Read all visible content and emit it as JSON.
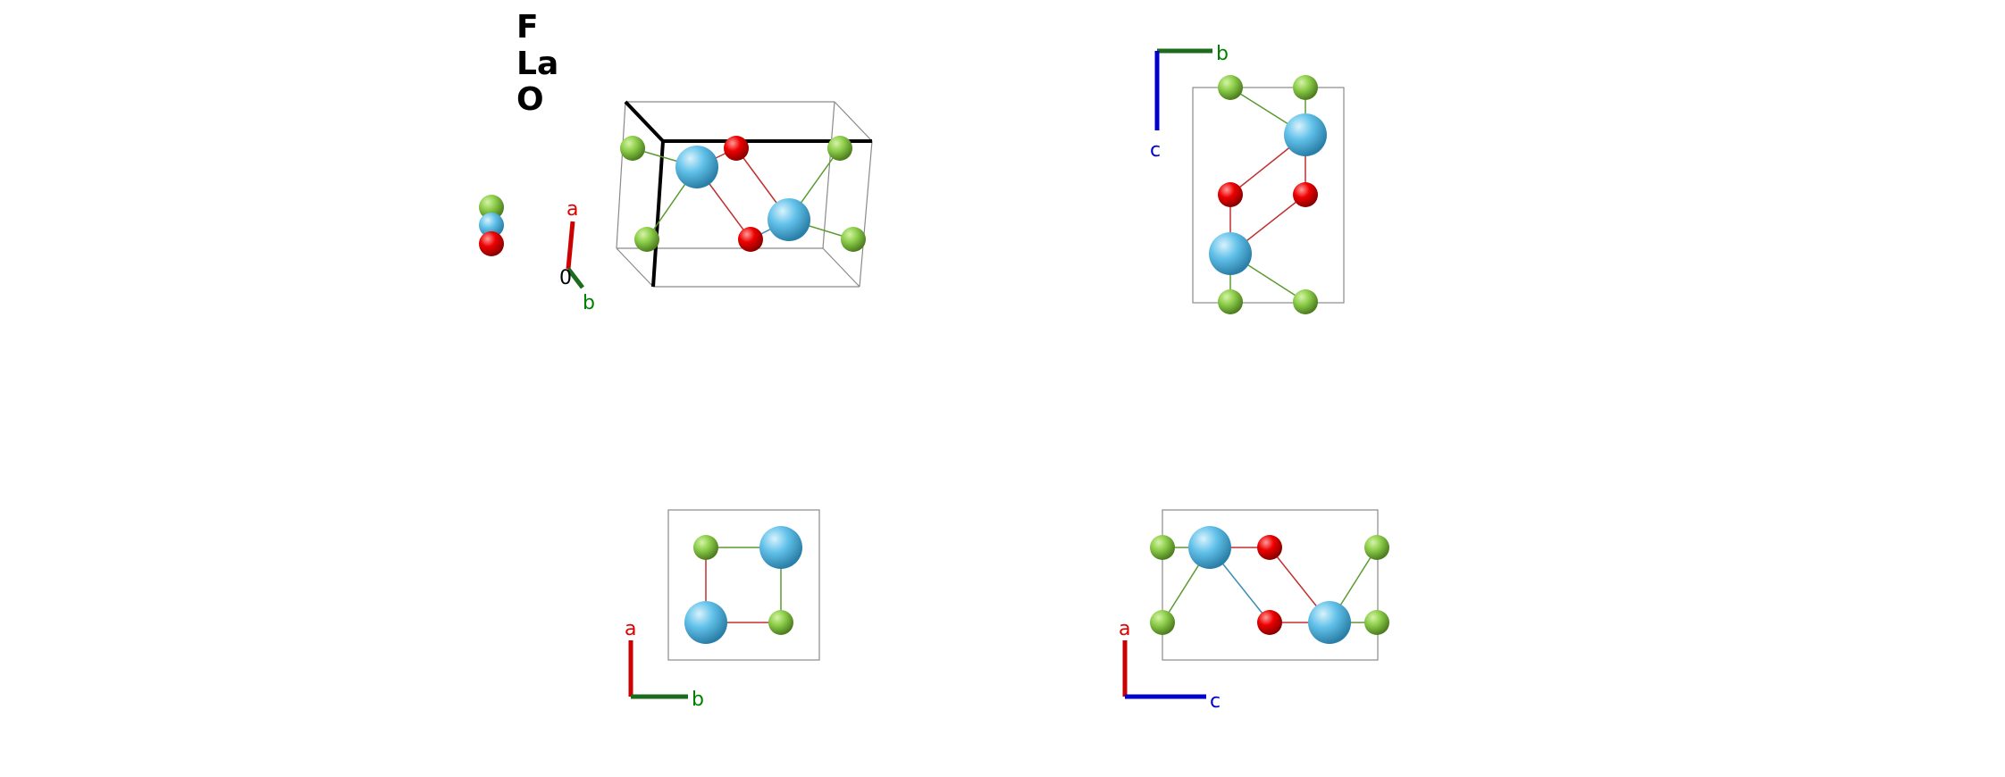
{
  "legend": {
    "elements": [
      {
        "symbol": "F",
        "color": "#7dc241"
      },
      {
        "symbol": "La",
        "color": "#5bbfe6"
      },
      {
        "symbol": "O",
        "color": "#e00000"
      }
    ]
  },
  "axes": {
    "a": {
      "label": "a",
      "color": "#e00000"
    },
    "b": {
      "label": "b",
      "color": "#008000"
    },
    "c": {
      "label": "c",
      "color": "#0000cc"
    },
    "origin": {
      "label": "0"
    }
  },
  "views": [
    "perspective",
    "view-bc",
    "view-ab",
    "view-ac"
  ]
}
